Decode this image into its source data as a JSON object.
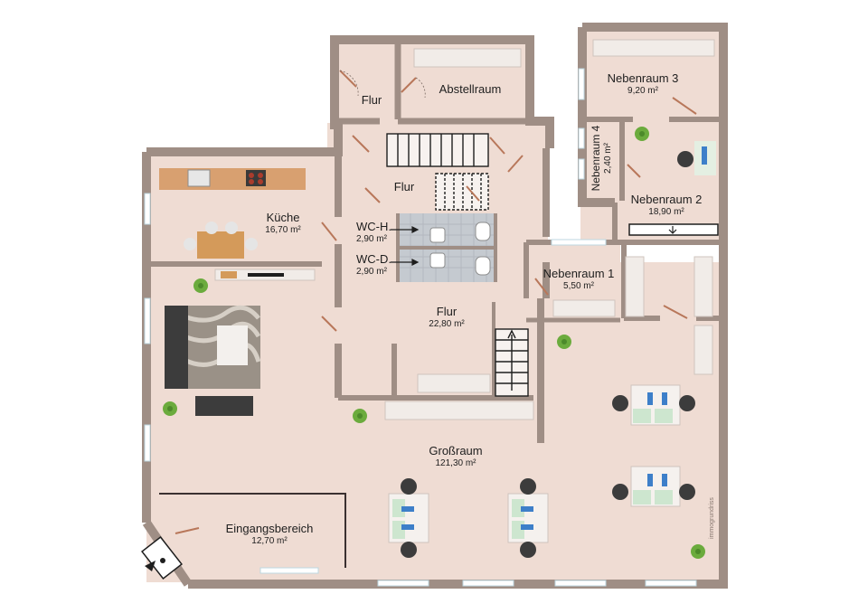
{
  "rooms": {
    "abstellraum": {
      "name": "Abstellraum",
      "area": ""
    },
    "flur_top": {
      "name": "Flur",
      "area": ""
    },
    "flur_mid": {
      "name": "Flur",
      "area": ""
    },
    "nebenraum3": {
      "name": "Nebenraum 3",
      "area": "9,20 m²"
    },
    "nebenraum4": {
      "name": "Nebenraum 4",
      "area": "2,40 m²"
    },
    "nebenraum2": {
      "name": "Nebenraum 2",
      "area": "18,90 m²"
    },
    "kueche": {
      "name": "Küche",
      "area": "16,70 m²"
    },
    "wc_h": {
      "name": "WC-H.",
      "area": "2,90 m²"
    },
    "wc_d": {
      "name": "WC-D.",
      "area": "2,90 m²"
    },
    "nebenraum1": {
      "name": "Nebenraum 1",
      "area": "5,50 m²"
    },
    "flur_main": {
      "name": "Flur",
      "area": "22,80 m²"
    },
    "grossraum": {
      "name": "Großraum",
      "area": "121,30 m²"
    },
    "eingang": {
      "name": "Eingangsbereich",
      "area": "12,70 m²"
    }
  },
  "watermark": "immogrundriss",
  "colors": {
    "floor": "#efdcd3",
    "wall": "#9f8e85",
    "tile": "#c5cad0",
    "furniture": "#f1ece8",
    "chair": "#3c3c3c",
    "plant": "#6bab3d",
    "door": "#b8775a"
  }
}
